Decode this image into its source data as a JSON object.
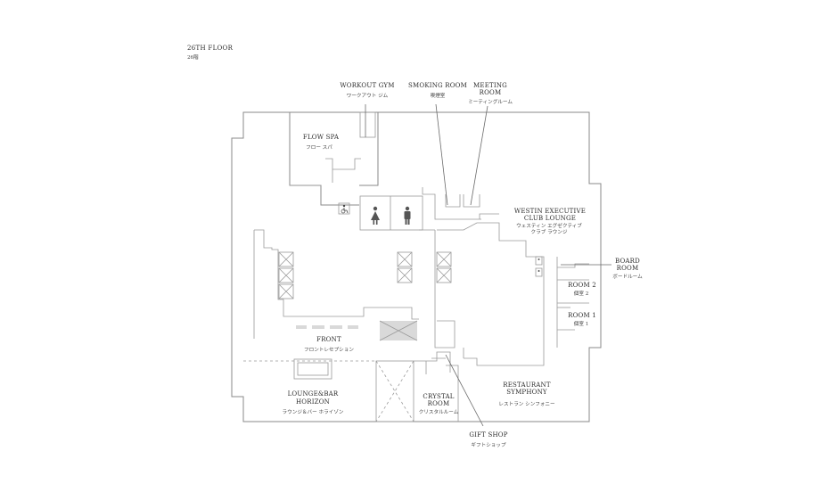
{
  "floor": {
    "title": "26TH FLOOR",
    "subtitle": "26階"
  },
  "rooms": {
    "workout_gym": {
      "en": "WORKOUT GYM",
      "jp": "ワークアウト ジム"
    },
    "smoking_room": {
      "en": "SMOKING ROOM",
      "jp": "喫煙室"
    },
    "meeting_room": {
      "en_line1": "MEETING",
      "en_line2": "ROOM",
      "jp": "ミーティングルーム"
    },
    "flow_spa": {
      "en": "FLOW SPA",
      "jp": "フロー スパ"
    },
    "westin_lounge": {
      "en_line1": "WESTIN EXECUTIVE",
      "en_line2": "CLUB LOUNGE",
      "jp_line1": "ウェスティン エグゼクティブ",
      "jp_line2": "クラブ ラウンジ"
    },
    "board_room": {
      "en_line1": "BOARD",
      "en_line2": "ROOM",
      "jp": "ボードルーム"
    },
    "room2": {
      "en": "ROOM 2",
      "jp": "個室 2"
    },
    "room1": {
      "en": "ROOM 1",
      "jp": "個室 1"
    },
    "front": {
      "en": "FRONT",
      "jp": "フロントレセプション"
    },
    "lounge_bar": {
      "en_line1": "LOUNGE&BAR",
      "en_line2": "HORIZON",
      "jp": "ラウンジ＆バー ホライゾン"
    },
    "crystal_room": {
      "en_line1": "CRYSTAL",
      "en_line2": "ROOM",
      "jp": "クリスタルルーム"
    },
    "restaurant": {
      "en_line1": "RESTAURANT",
      "en_line2": "SYMPHONY",
      "jp": "レストラン シンフォニー"
    },
    "gift_shop": {
      "en": "GIFT SHOP",
      "jp": "ギフトショップ"
    }
  },
  "icons": [
    "accessible-icon",
    "female-restroom-icon",
    "male-restroom-icon",
    "elevator-icon",
    "restroom-small-icon"
  ],
  "colors": {
    "wall": "#8a8a8a",
    "text": "#2b2b2b",
    "shade": "#d9d9d9",
    "background": "#ffffff"
  }
}
